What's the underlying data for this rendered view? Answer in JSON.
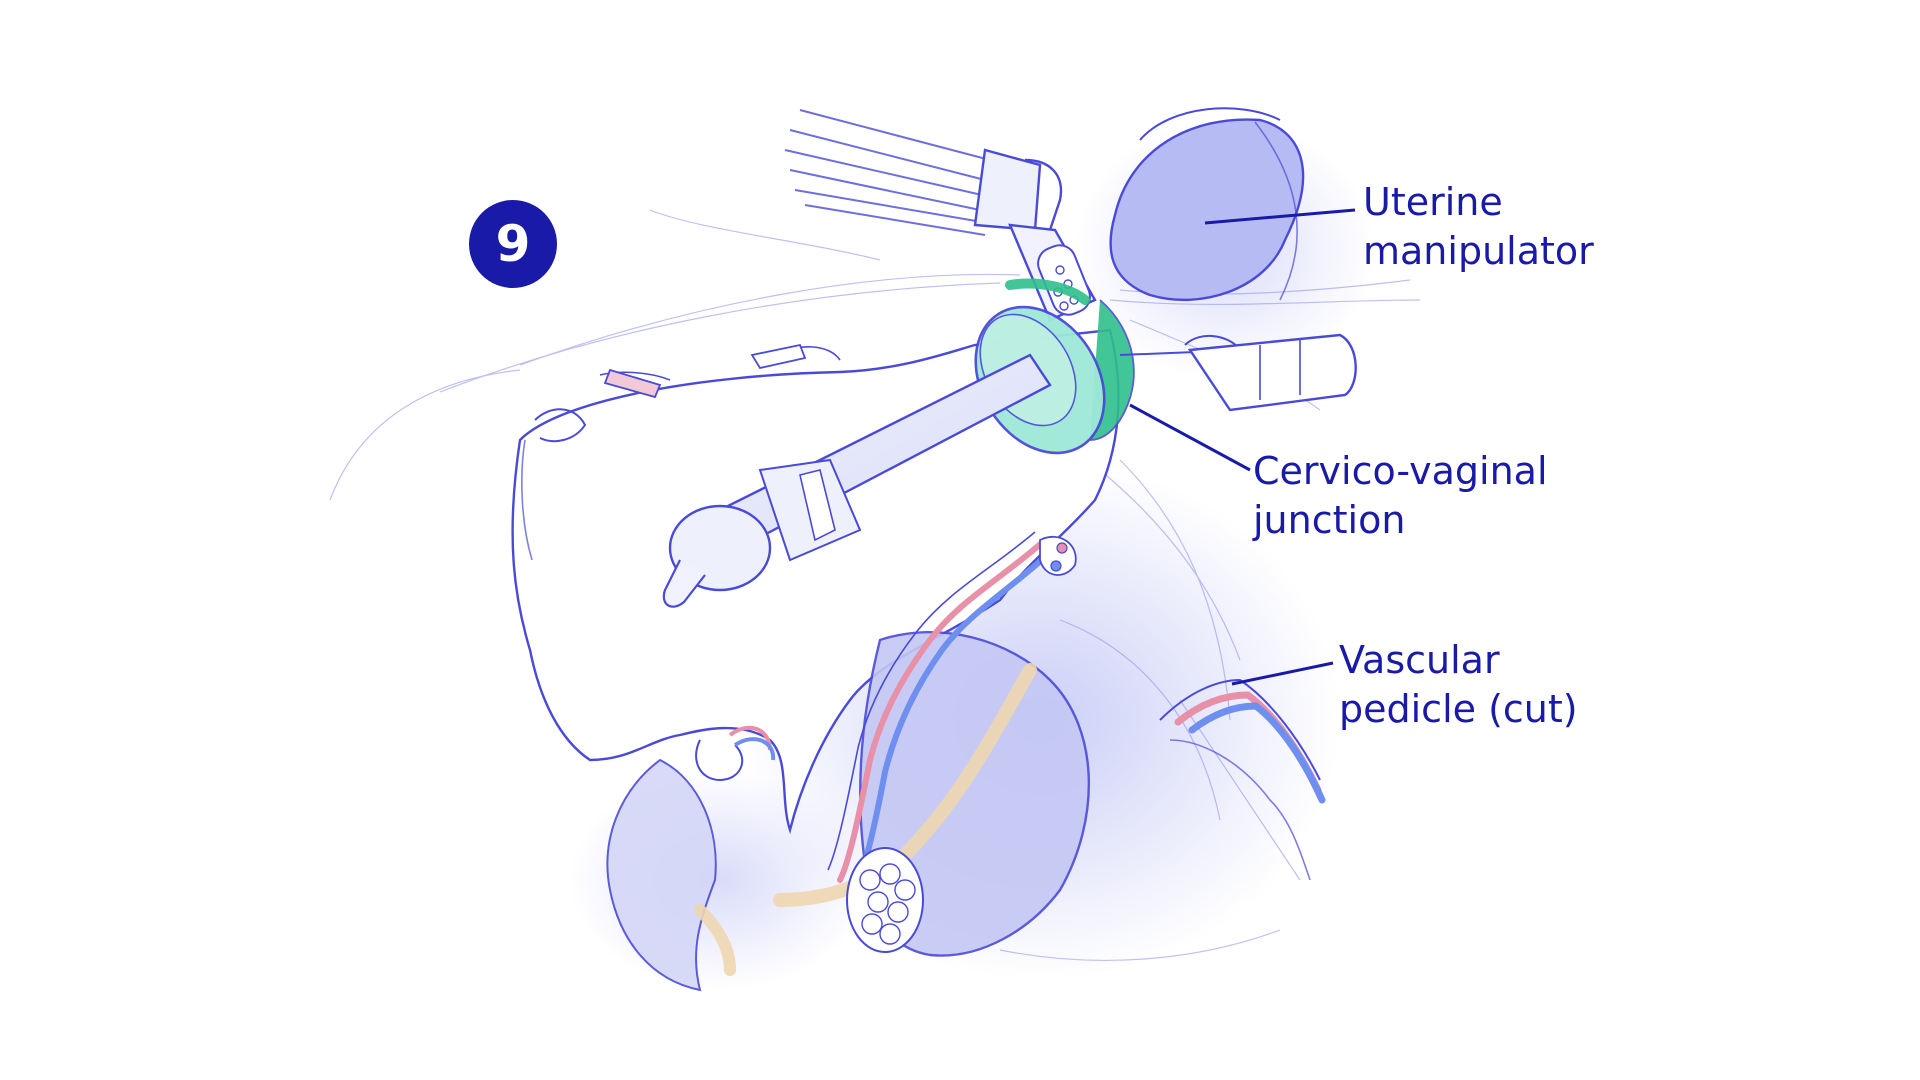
{
  "step": {
    "number": "9"
  },
  "labels": {
    "uterine_manipulator": {
      "line1": "Uterine",
      "line2": "manipulator"
    },
    "cervico_vaginal_junction": {
      "line1": "Cervico-vaginal",
      "line2": "junction"
    },
    "vascular_pedicle": {
      "line1": "Vascular",
      "line2": "pedicle (cut)"
    }
  },
  "colors": {
    "label_text": "#1a1aa8",
    "badge_fill": "#1a1aa8",
    "sketch_line": "#4a4ad8",
    "tissue_fill": "#c9cdf5",
    "cup_fill": "#9fe8d8",
    "highlight_green": "#2fc08c",
    "artery_red": "#e890a8",
    "vessel_blue": "#6e8ef0",
    "ligament_tan": "#eed6b0"
  }
}
